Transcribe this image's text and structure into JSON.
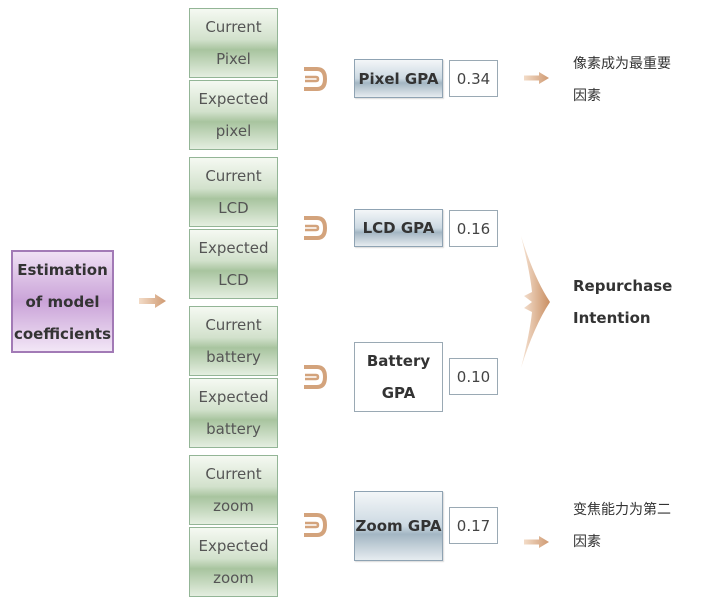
{
  "estimation": {
    "label": "Estimation of model coefficients"
  },
  "groups": [
    {
      "current": "Current Pixel",
      "expected": "Expected pixel",
      "gpa": "Pixel GPA",
      "value": "0.34",
      "note": "像素成为最重要因素"
    },
    {
      "current": "Current LCD",
      "expected": "Expected LCD",
      "gpa": "LCD GPA",
      "value": "0.16"
    },
    {
      "current": "Current battery",
      "expected": "Expected battery",
      "gpa": "Battery GPA",
      "value": "0.10"
    },
    {
      "current": "Current zoom",
      "expected": "Expected zoom",
      "gpa": "Zoom GPA",
      "value": "0.17",
      "note": "变焦能力为第二因素"
    }
  ],
  "result": {
    "label": "Repurchase Intention"
  },
  "colors": {
    "arrow": "#d4a580",
    "estimation_border": "#a27ab6",
    "green_border": "#93b596",
    "gpa_border": "#8fa3b3"
  }
}
